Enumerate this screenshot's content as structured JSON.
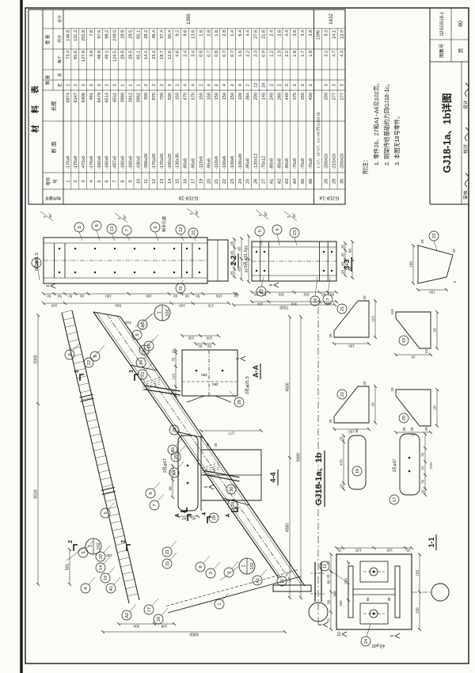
{
  "title_block": {
    "title": "GJ18-1a、1b详图",
    "atlas_label": "图集号",
    "atlas_no": "02SG518-1",
    "page_label": "页",
    "page_no": "80",
    "sign_labels": [
      "审核",
      "校对",
      "设计"
    ]
  },
  "table": {
    "title": "材 料 表",
    "headers": {
      "comp": "构件编号",
      "part": "零件",
      "part2": "号",
      "section": "断  面",
      "length": "长度",
      "qty": "数 量",
      "qty_pos": "正",
      "qty_neg": "反",
      "weight": "重  量",
      "each": "每个",
      "subtotal": "共计",
      "total": "合计"
    },
    "groups": [
      {
        "name": "GJ18-1b",
        "total": "1396",
        "rows": [
          [
            "1",
            "-170x8",
            "6874",
            "2",
            "73.4",
            "146.8"
          ],
          [
            "2",
            "-170x8",
            "6147",
            "2",
            "65.6",
            "131.2"
          ],
          [
            "3",
            "-472x5",
            "6906",
            "2",
            "127.9",
            "255.8"
          ],
          [
            "4",
            "-170x6",
            "481",
            "2",
            "3.9",
            "7.8"
          ],
          [
            "5",
            "-160x6",
            "6479",
            "2",
            "48.8",
            "97.6"
          ],
          [
            "6",
            "-160x6",
            "6514",
            "2",
            "49.1",
            "98.2"
          ],
          [
            "7",
            "-487x5",
            "6511",
            "2",
            "124.5",
            "249.0"
          ],
          [
            "8",
            "-160x6",
            "3980",
            "1",
            "29.8",
            "29.8"
          ],
          [
            "9",
            "-160x6",
            "3912",
            "1",
            "29.5",
            "29.5"
          ],
          [
            "10",
            "-430x5",
            "3952",
            "1",
            "65.1",
            "65.1"
          ],
          [
            "11",
            "-300x20",
            "300",
            "2",
            "14.1",
            "28.2"
          ],
          [
            "12",
            "-170x20",
            "870",
            "2",
            "23.2",
            "46.4"
          ],
          [
            "13",
            "-170x20",
            "700",
            "2",
            "18.7",
            "37.4"
          ],
          [
            "14",
            "-160x20",
            "500",
            "4",
            "12.6",
            "50.4"
          ],
          [
            "15",
            "-130x30",
            "150",
            "2",
            "4.6",
            "9.2"
          ],
          [
            "16",
            "-80x8",
            "470",
            "4",
            "2.4",
            "9.6"
          ],
          [
            "17",
            "-95x8",
            "570",
            "4",
            "3.4",
            "13.6"
          ],
          [
            "19",
            "-110x6",
            "150",
            "2",
            "0.8",
            "1.6"
          ],
          [
            "20",
            "-95x6",
            "150",
            "4",
            "0.7",
            "2.8"
          ],
          [
            "21",
            "-110x6",
            "150",
            "2",
            "0.8",
            "1.6"
          ],
          [
            "22",
            "-100x6",
            "150",
            "4",
            "0.7",
            "2.8"
          ],
          [
            "23",
            "-100x6",
            "150",
            "2",
            "0.7",
            "1.4"
          ],
          [
            "24",
            "-100x20",
            "100",
            "4",
            "1.6",
            "6.4"
          ],
          [
            "25",
            "-95x8",
            "364",
            "2",
            "2.2",
            "4.4"
          ],
          [
            "26",
            "-120x12",
            "200",
            "12",
            "2.3",
            "27.6"
          ],
          [
            "27",
            "-70x12",
            "140",
            "24",
            "0.9",
            "21.6"
          ],
          [
            "A1",
            "-80x8",
            "240",
            "2",
            "1.2",
            "2.4"
          ],
          [
            "A2",
            "-80x8",
            "260",
            "2",
            "1.3",
            "2.6"
          ],
          [
            "A3",
            "-80x8",
            "440",
            "2",
            "2.2",
            "4.4"
          ],
          [
            "A4",
            "-75x8",
            "375",
            "2",
            "1.8",
            "3.6"
          ],
          [
            "A5",
            "-75x8",
            "355",
            "2",
            "1.7",
            "3.4"
          ],
          [
            "A6",
            "-75x8",
            "400",
            "2",
            "1.9",
            "3.8"
          ]
        ]
      },
      {
        "name": "GJ18-1a",
        "total": "1432",
        "special": "1~17、19~27、A1~A6 同 GJ18-1b",
        "special_total": "1396",
        "rows": [
          [
            "28",
            "-200x10",
            "200",
            "3",
            "3.1",
            "9.3"
          ],
          [
            "29",
            "-215x10",
            "277",
            "3",
            "4.7",
            "14.1"
          ],
          [
            "30",
            "-200x10",
            "277",
            "3",
            "4.3",
            "12.9"
          ]
        ]
      }
    ]
  },
  "notes": {
    "label": "附注：",
    "items": [
      "1. 零件26、27和A1~A6见102页。",
      "2. 刚架传给基础的力同GJ18-1c。",
      "3. 本图无18号零件。"
    ]
  },
  "views": {
    "main": {
      "label": "GJ18-1a、1b",
      "balloons": [
        "10",
        "A6",
        "9",
        "8",
        "8",
        "20",
        "22",
        "14",
        "23",
        "A5",
        "25",
        "A4",
        "6",
        "7",
        "5",
        "5",
        "4",
        "19",
        "14",
        "20",
        "A1",
        "A2",
        "17",
        "16",
        "21",
        "15",
        "2",
        "3",
        "1",
        "A1",
        "11",
        "6"
      ],
      "ref_top": "1",
      "ref_bot": "102",
      "dims": [
        "2000",
        "6519",
        "501",
        "4500",
        "4500",
        "9000",
        "6900",
        "7500",
        "432",
        "350",
        "350",
        "350",
        "300",
        "168",
        "100",
        "150",
        "100",
        "20",
        "200"
      ],
      "cuts": [
        "2",
        "2",
        "3",
        "3",
        "4",
        "4"
      ]
    },
    "s22": {
      "label": "2-2",
      "holes": "8孔φ21.5",
      "hand_note": "制手孔塞",
      "chamfer_top": "2",
      "chamfer_bot": "45°",
      "weld": "6",
      "balloons": [
        "20",
        "5",
        "8",
        "13",
        "7",
        "6",
        "12",
        "15",
        "21"
      ],
      "dims1": [
        "50",
        "50",
        "50",
        "60",
        "190",
        "190",
        "60",
        "50",
        "50",
        "150",
        "10"
      ],
      "dims2": [
        "100",
        "500",
        "100",
        "170"
      ],
      "dims3": [
        "35",
        "45",
        "45",
        "35"
      ],
      "dims4": [
        "65",
        "65"
      ],
      "dims5": [
        "85",
        "85"
      ]
    },
    "s33": {
      "label": "3-3",
      "holes": "6孔φ21.5",
      "weld": "6",
      "chamfer_top": "2",
      "chamfer_bot": "45°",
      "balloons": [
        "5",
        "6",
        "23",
        "22",
        "14",
        "7"
      ],
      "dims1": [
        "50",
        "50",
        "150",
        "150",
        "50",
        "50"
      ],
      "dims2": [
        "100",
        "300",
        "100"
      ],
      "dims3": [
        "35",
        "45",
        "45",
        "35"
      ],
      "dims4": [
        "80",
        "80"
      ]
    },
    "sAA": {
      "label": "A-A",
      "holes": "2孔φ21.5",
      "weld": "6",
      "balloons": [
        "28"
      ],
      "dims1": [
        "50",
        "110",
        "75",
        "15"
      ],
      "dims2": [
        "50",
        "50"
      ],
      "dims3": [
        "100",
        "100"
      ]
    },
    "s44": {
      "label": "4-4",
      "holes": "2孔φ17",
      "weld": "6",
      "balloons": [
        "25",
        "30",
        "29",
        "28"
      ],
      "cut": "A",
      "dims1": [
        "90",
        "70"
      ],
      "dims2": [
        "60",
        "40"
      ],
      "dims3": [
        "20",
        "20"
      ],
      "dims4": [
        "277",
        "290"
      ]
    },
    "s11": {
      "label": "1-1",
      "holes": "4孔φ32",
      "welds": [
        "10",
        "8",
        "6"
      ],
      "balloons": [
        "11",
        "24"
      ],
      "dims1": [
        "70",
        "80",
        "80",
        "70"
      ],
      "dims2": [
        "150",
        "150"
      ],
      "dims3": [
        "25",
        "125",
        "125",
        "25"
      ],
      "dims4": [
        "60",
        "30"
      ]
    },
    "parts": {
      "p21": {
        "n": "21",
        "dims": [
          "20",
          "150",
          "20",
          "15",
          "20",
          "110"
        ]
      },
      "p22": {
        "n": "22",
        "dims": [
          "20",
          "150",
          "20",
          "20",
          "100",
          "20"
        ]
      },
      "p19": {
        "n": "19",
        "dims": [
          "110",
          "20",
          "10",
          "20",
          "150",
          "20"
        ]
      },
      "p20": {
        "n": "20",
        "dims": [
          "20",
          "10",
          "20",
          "150",
          "95",
          "20"
        ]
      },
      "p23": {
        "n": "23",
        "dims": [
          "100",
          "20",
          "20",
          "150",
          "20",
          "5"
        ]
      },
      "p16": {
        "n": "16",
        "dims": [
          "20",
          "470",
          "20",
          "60"
        ]
      },
      "p17": {
        "n": "17",
        "holes": "2孔φ17",
        "dims": [
          "20",
          "70",
          "70",
          "70",
          "570",
          "95",
          "60",
          "20"
        ]
      }
    }
  }
}
